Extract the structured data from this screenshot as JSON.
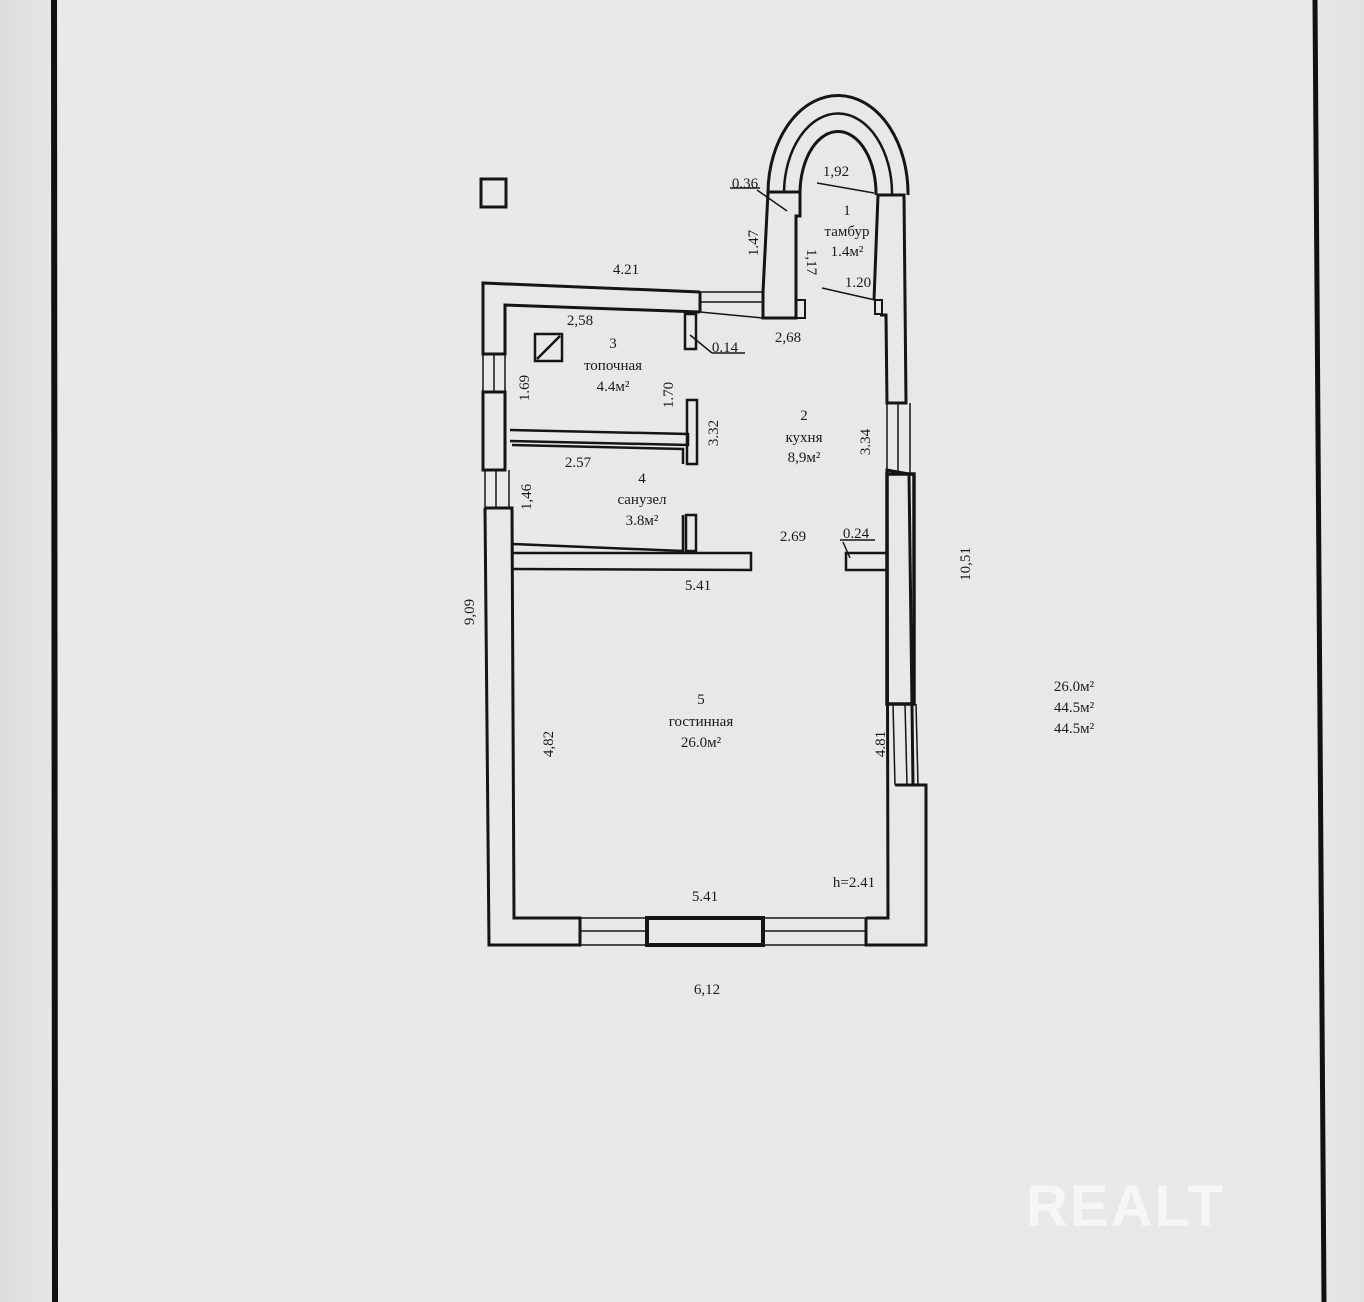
{
  "plan": {
    "rooms": [
      {
        "number": "1",
        "name": "тамбур",
        "area": "1.4м²"
      },
      {
        "number": "2",
        "name": "кухня",
        "area": "8,9м²"
      },
      {
        "number": "3",
        "name": "топочная",
        "area": "4.4м²"
      },
      {
        "number": "4",
        "name": "санузел",
        "area": "3.8м²"
      },
      {
        "number": "5",
        "name": "гостинная",
        "area": "26.0м²"
      }
    ],
    "dimensions": {
      "d_036": "0.36",
      "d_192": "1,92",
      "d_147": "1.47",
      "d_117": "1,17",
      "d_120": "1.20",
      "d_421": "4.21",
      "d_258": "2,58",
      "d_014": "0.14",
      "d_268": "2,68",
      "d_169": "1.69",
      "d_170": "1.70",
      "d_332": "3.32",
      "d_334": "3.34",
      "d_257": "2.57",
      "d_146": "1,46",
      "d_269": "2.69",
      "d_024": "0.24",
      "d_541_top": "5.41",
      "d_1051": "10,51",
      "d_909": "9,09",
      "d_482": "4,82",
      "d_481": "4.81",
      "d_541_bottom": "5.41",
      "d_612": "6,12"
    },
    "ceiling_height": "h=2.41",
    "summary": [
      "26.0м²",
      "44.5м²",
      "44.5м²"
    ]
  },
  "watermark": "REALT",
  "colors": {
    "paper": "#e8e8e6",
    "ink": "#151515",
    "watermark": "#f6f6f5"
  }
}
